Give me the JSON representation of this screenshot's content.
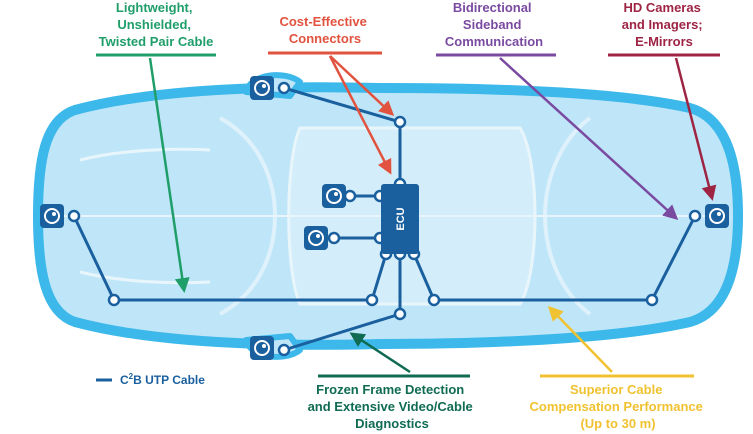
{
  "colors": {
    "cable": "#1a5f9e",
    "car_outline": "#3db8ea",
    "car_fill": "#bfe6f8",
    "green": "#1f9e6a",
    "red": "#e2533f",
    "purple": "#7a4aa1",
    "maroon": "#9e2444",
    "dark_green": "#0f6b52",
    "yellow": "#f0c230",
    "ecu_fill": "#1a5f9e",
    "camera_fill": "#1a5f9e"
  },
  "callouts": {
    "utp_cable": [
      "Lightweight,",
      "Unshielded,",
      "Twisted Pair Cable"
    ],
    "connectors": [
      "Cost-Effective",
      "Connectors"
    ],
    "sideband": [
      "Bidirectional",
      "Sideband",
      "Communication"
    ],
    "cameras": [
      "HD Cameras",
      "and Imagers;",
      "E-Mirrors"
    ],
    "diagnostics": [
      "Frozen Frame Detection",
      "and Extensive Video/Cable",
      "Diagnostics"
    ],
    "compensation": [
      "Superior Cable",
      "Compensation Performance",
      "(Up to 30 m)"
    ]
  },
  "ecu": {
    "label": "ECU"
  },
  "legend": {
    "prefix": "C",
    "superscript": "2",
    "suffix": "B UTP Cable"
  },
  "cameras": [
    {
      "id": "top-mirror",
      "icon": "camera-icon"
    },
    {
      "id": "left-front-1",
      "icon": "camera-icon"
    },
    {
      "id": "left-front-2",
      "icon": "camera-icon"
    },
    {
      "id": "front",
      "icon": "camera-icon"
    },
    {
      "id": "rear",
      "icon": "camera-icon"
    },
    {
      "id": "bottom-mirror",
      "icon": "camera-icon"
    }
  ]
}
